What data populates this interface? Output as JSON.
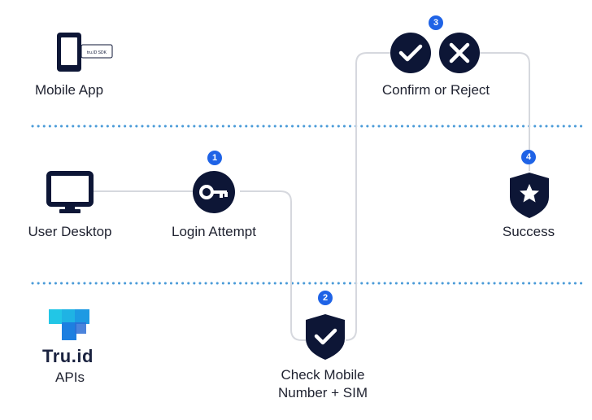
{
  "lanes": {
    "mobile_app": "Mobile App",
    "user_desktop": "User Desktop",
    "apis": "APIs"
  },
  "sdk_label": "tru.ID SDK",
  "brand": "Tru.id",
  "steps": [
    {
      "number": "1",
      "label": "Login Attempt"
    },
    {
      "number": "2",
      "label_line1": "Check Mobile",
      "label_line2": "Number + SIM"
    },
    {
      "number": "3",
      "label": "Confirm or Reject"
    },
    {
      "number": "4",
      "label": "Success"
    }
  ],
  "colors": {
    "node": "#0d1636",
    "badge": "#1f63e6",
    "connector": "#d6d8de",
    "lane_divider": "#4a9bd8",
    "brand_cyan": "#22c6e6",
    "brand_blue": "#1d7fe0"
  },
  "icons": {
    "mobile_app": "phone-icon",
    "user_desktop": "monitor-icon",
    "login": "key-icon",
    "check": "shield-check-icon",
    "confirm": "check-icon",
    "reject": "close-icon",
    "success": "shield-star-icon",
    "logo": "tru-id-logo"
  }
}
